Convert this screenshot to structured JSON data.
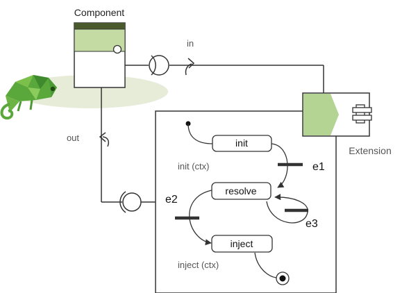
{
  "component": {
    "title": "Component"
  },
  "extension": {
    "title": "Extension"
  },
  "ports": {
    "in_label": "in",
    "out_label": "out"
  },
  "states": {
    "init": "init",
    "resolve": "resolve",
    "inject": "inject"
  },
  "annotations": {
    "init_ctx": "init (ctx)",
    "inject_ctx": "inject (ctx)"
  },
  "events": {
    "e1": "e1",
    "e2": "e2",
    "e3": "e3"
  },
  "colors": {
    "component_header": "#4a5a2c",
    "component_band": "#c4dca4",
    "extension_fill": "#b4d494",
    "ellipse_shadow": "#e6ecd8",
    "line": "#333333",
    "chameleon_green": "#5aa83c"
  },
  "icons": {
    "logo": "chameleon-logo",
    "in_port": "curved-arrow-up-icon",
    "out_port": "curved-arrow-left-icon",
    "start": "initial-state-dot-icon",
    "end": "final-state-icon"
  }
}
